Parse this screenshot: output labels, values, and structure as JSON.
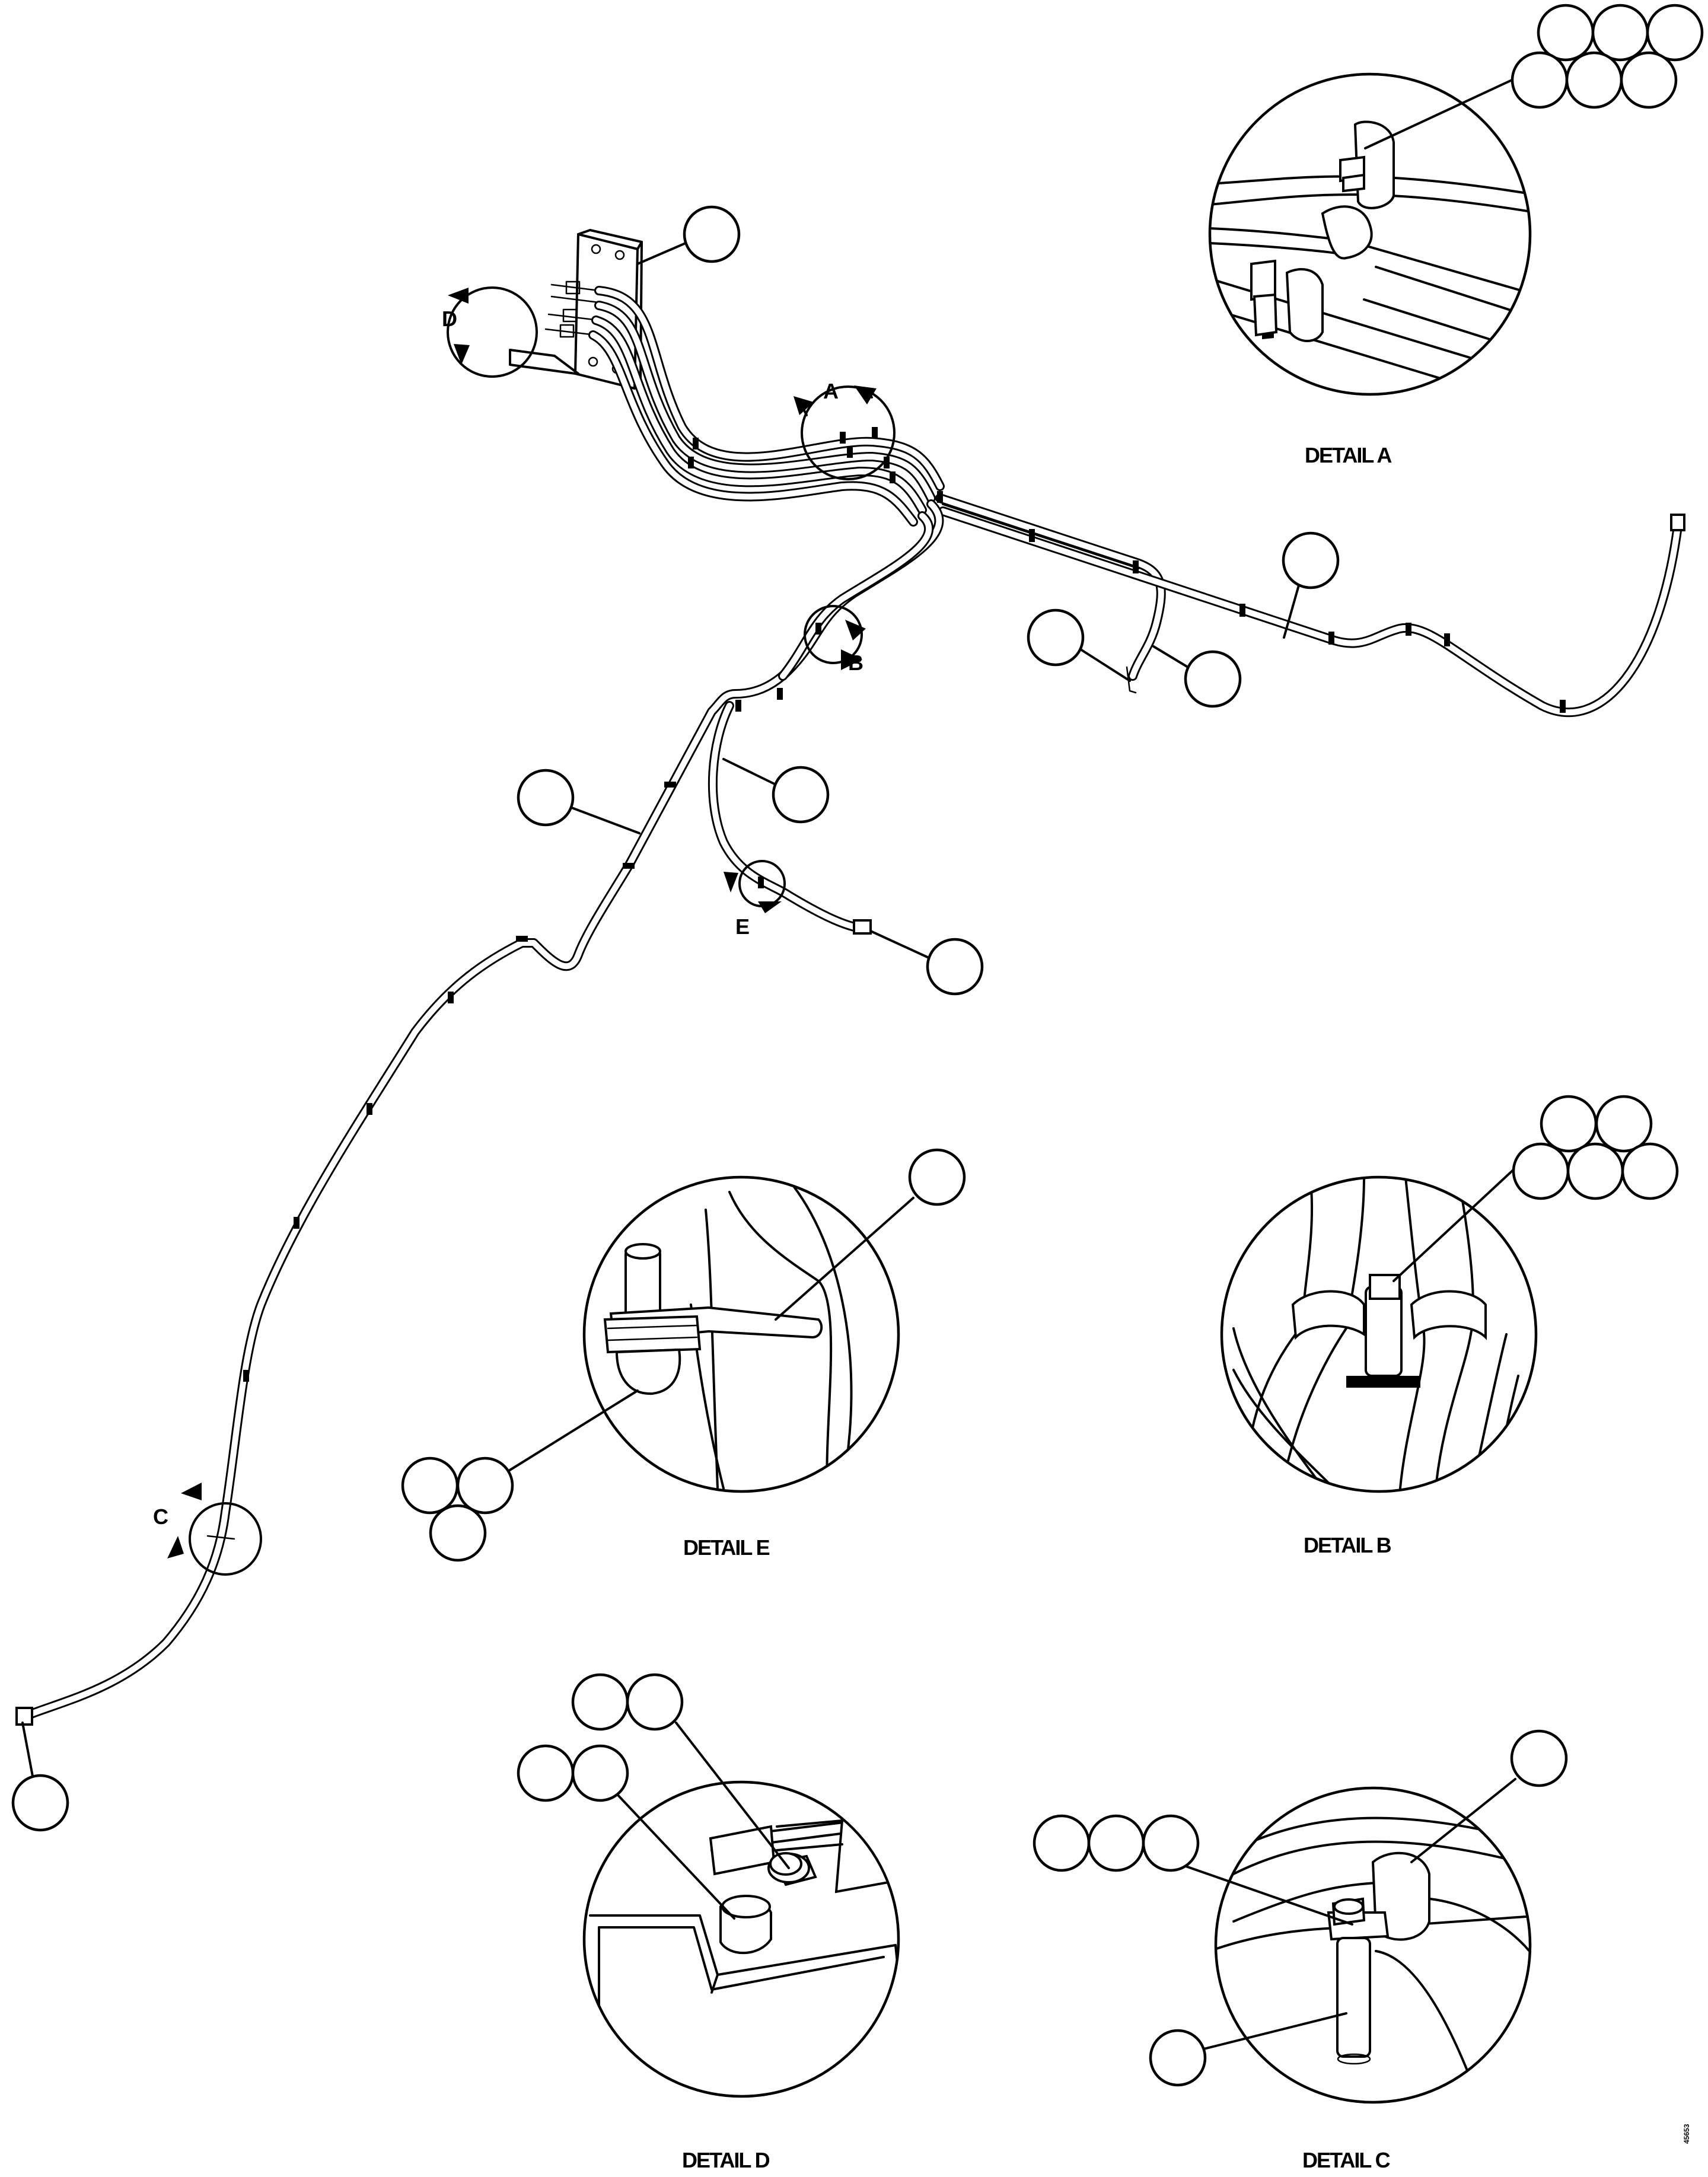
{
  "figure": {
    "detail_labels": {
      "a": "DETAIL A",
      "b": "DETAIL B",
      "c": "DETAIL C",
      "d": "DETAIL D",
      "e": "DETAIL E"
    },
    "view_letters": {
      "a": "A",
      "b": "B",
      "c": "C",
      "d": "D",
      "e": "E"
    },
    "drawing_number": "45653"
  }
}
